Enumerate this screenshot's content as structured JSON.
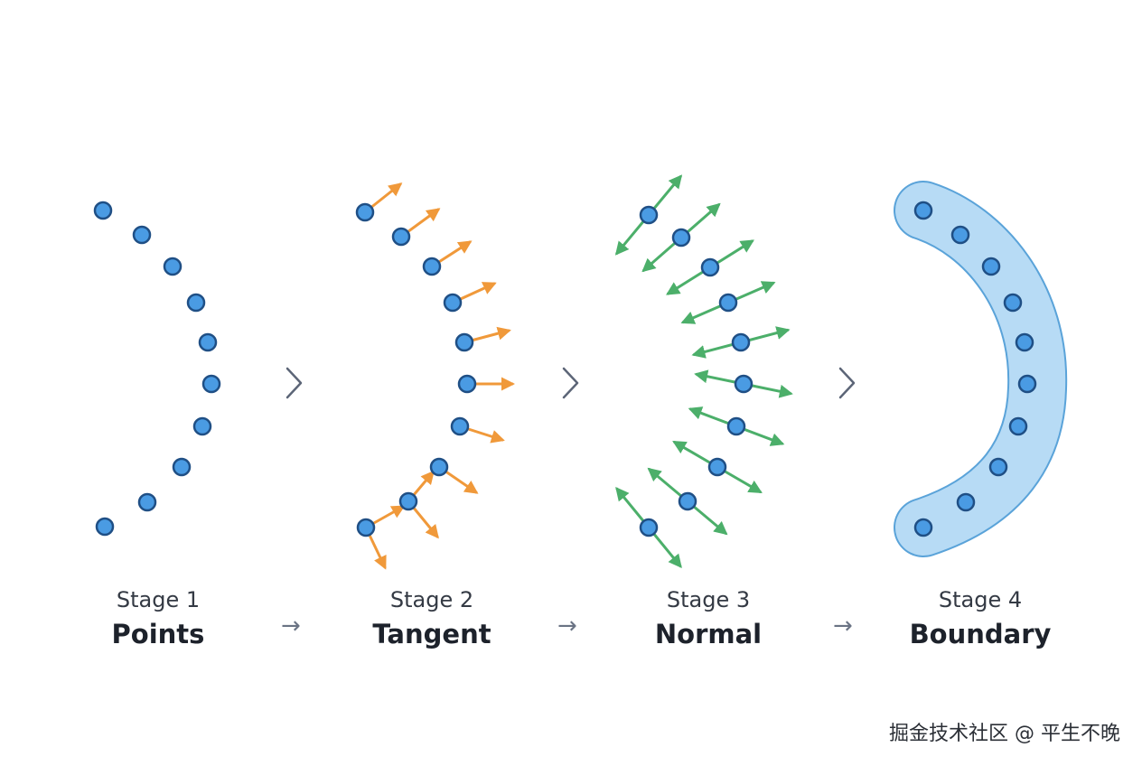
{
  "stages": [
    {
      "number": "Stage 1",
      "name": "Points"
    },
    {
      "number": "Stage 2",
      "name": "Tangent"
    },
    {
      "number": "Stage 3",
      "name": "Normal"
    },
    {
      "number": "Stage 4",
      "name": "Boundary"
    }
  ],
  "flow_arrow": "→",
  "watermark": "掘金技术社区 @ 平生不晚",
  "colors": {
    "point_fill": "#4a9be3",
    "point_stroke": "#1f4f85",
    "tangent_arrow": "#f0993a",
    "normal_arrow": "#4caf6a",
    "boundary_fill": "#b7dbf5",
    "boundary_stroke": "#5aa3d9",
    "chevron": "#5c6577"
  },
  "icons": {
    "stage_separator": "chevron-right-icon",
    "caption_separator": "arrow-right-icon"
  }
}
